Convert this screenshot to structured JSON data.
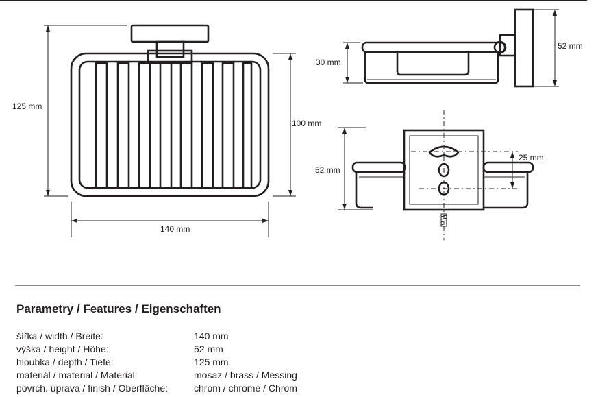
{
  "dimensions": {
    "front_height": "125 mm",
    "front_inner_height": "100 mm",
    "front_width": "140 mm",
    "side_basket_height": "30 mm",
    "side_total_height": "52 mm",
    "mount_height": "52 mm",
    "mount_hole_spacing": "25 mm"
  },
  "specs": {
    "title": "Parametry / Features / Eigenschaften",
    "rows": [
      {
        "label": "šířka / width / Breite:",
        "value": "140 mm"
      },
      {
        "label": "výška / height / Höhe:",
        "value": "52 mm"
      },
      {
        "label": "hloubka / depth / Tiefe:",
        "value": "125 mm"
      },
      {
        "label": "materiál / material / Material:",
        "value": "mosaz / brass / Messing"
      },
      {
        "label": "povrch. úprava / finish / Oberfläche:",
        "value": "chrom / chrome / Chrom"
      }
    ]
  }
}
